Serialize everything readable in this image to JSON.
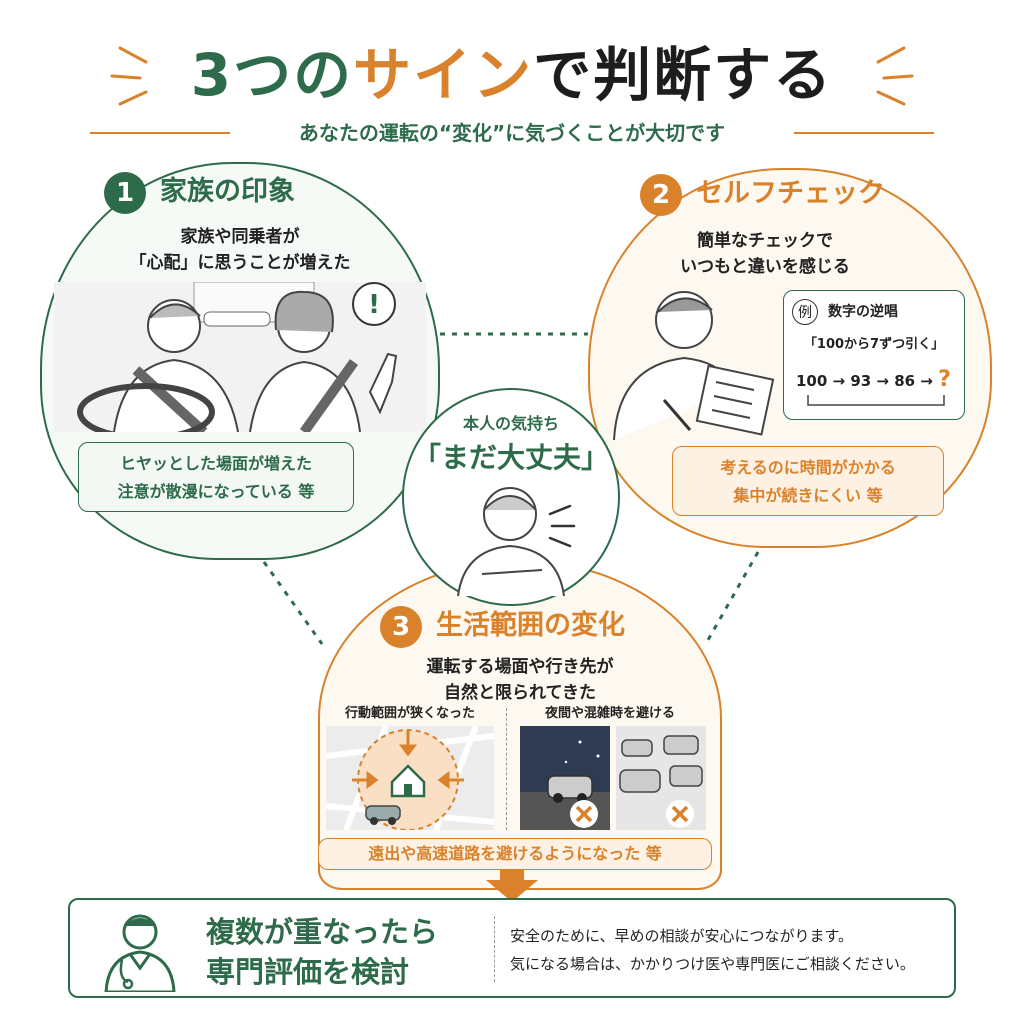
{
  "title": {
    "part1": "3つの",
    "part2": "サイン",
    "part3": "で判断する"
  },
  "subtitle": "あなたの運転の“変化”に気づくことが大切です",
  "sign1": {
    "number": "1",
    "heading": "家族の印象",
    "desc_line1": "家族や同乗者が",
    "desc_line2": "「心配」に思うことが増えた",
    "exclaim": "!",
    "box_line1": "ヒヤッとした場面が増えた",
    "box_line2": "注意が散漫になっている 等"
  },
  "sign2": {
    "number": "2",
    "heading": "セルフチェック",
    "desc_line1": "簡単なチェックで",
    "desc_line2": "いつもと違いを感じる",
    "example_badge": "例",
    "example_title": "数字の逆唱",
    "example_quote": "「100から7ずつ引く」",
    "example_sequence": "100 → 93 → 86 → ",
    "example_question": "?",
    "box_line1": "考えるのに時間がかかる",
    "box_line2": "集中が続きにくい 等"
  },
  "center": {
    "label": "本人の気持ち",
    "quote": "「まだ大丈夫」"
  },
  "sign3": {
    "number": "3",
    "heading": "生活範囲の変化",
    "desc_line1": "運転する場面や行き先が",
    "desc_line2": "自然と限られてきた",
    "panel1_label": "行動範囲が狭くなった",
    "panel2_label": "夜間や混雑時を避ける",
    "box": "遠出や高速道路を避けるようになった 等"
  },
  "bottom": {
    "heading_line1": "複数が重なったら",
    "heading_line2": "専門評価を検討",
    "text_line1": "安全のために、早めの相談が安心につながります。",
    "text_line2": "気になる場合は、かかりつけ医や専門医にご相談ください。"
  },
  "colors": {
    "green": "#2e6b4a",
    "orange": "#d9822b",
    "green_bg": "#f5faf6",
    "orange_bg": "#fdf8f0"
  }
}
